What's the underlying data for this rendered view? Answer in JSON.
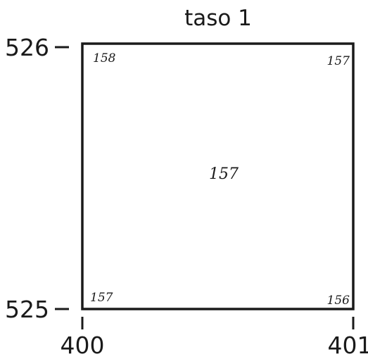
{
  "title": "taso 1",
  "y_axis": {
    "top": "526",
    "bottom": "525"
  },
  "x_axis": {
    "left": "400",
    "right": "401"
  },
  "values": {
    "top_left": "158",
    "top_right": "157",
    "center": "157",
    "bottom_left": "157",
    "bottom_right": "156"
  }
}
